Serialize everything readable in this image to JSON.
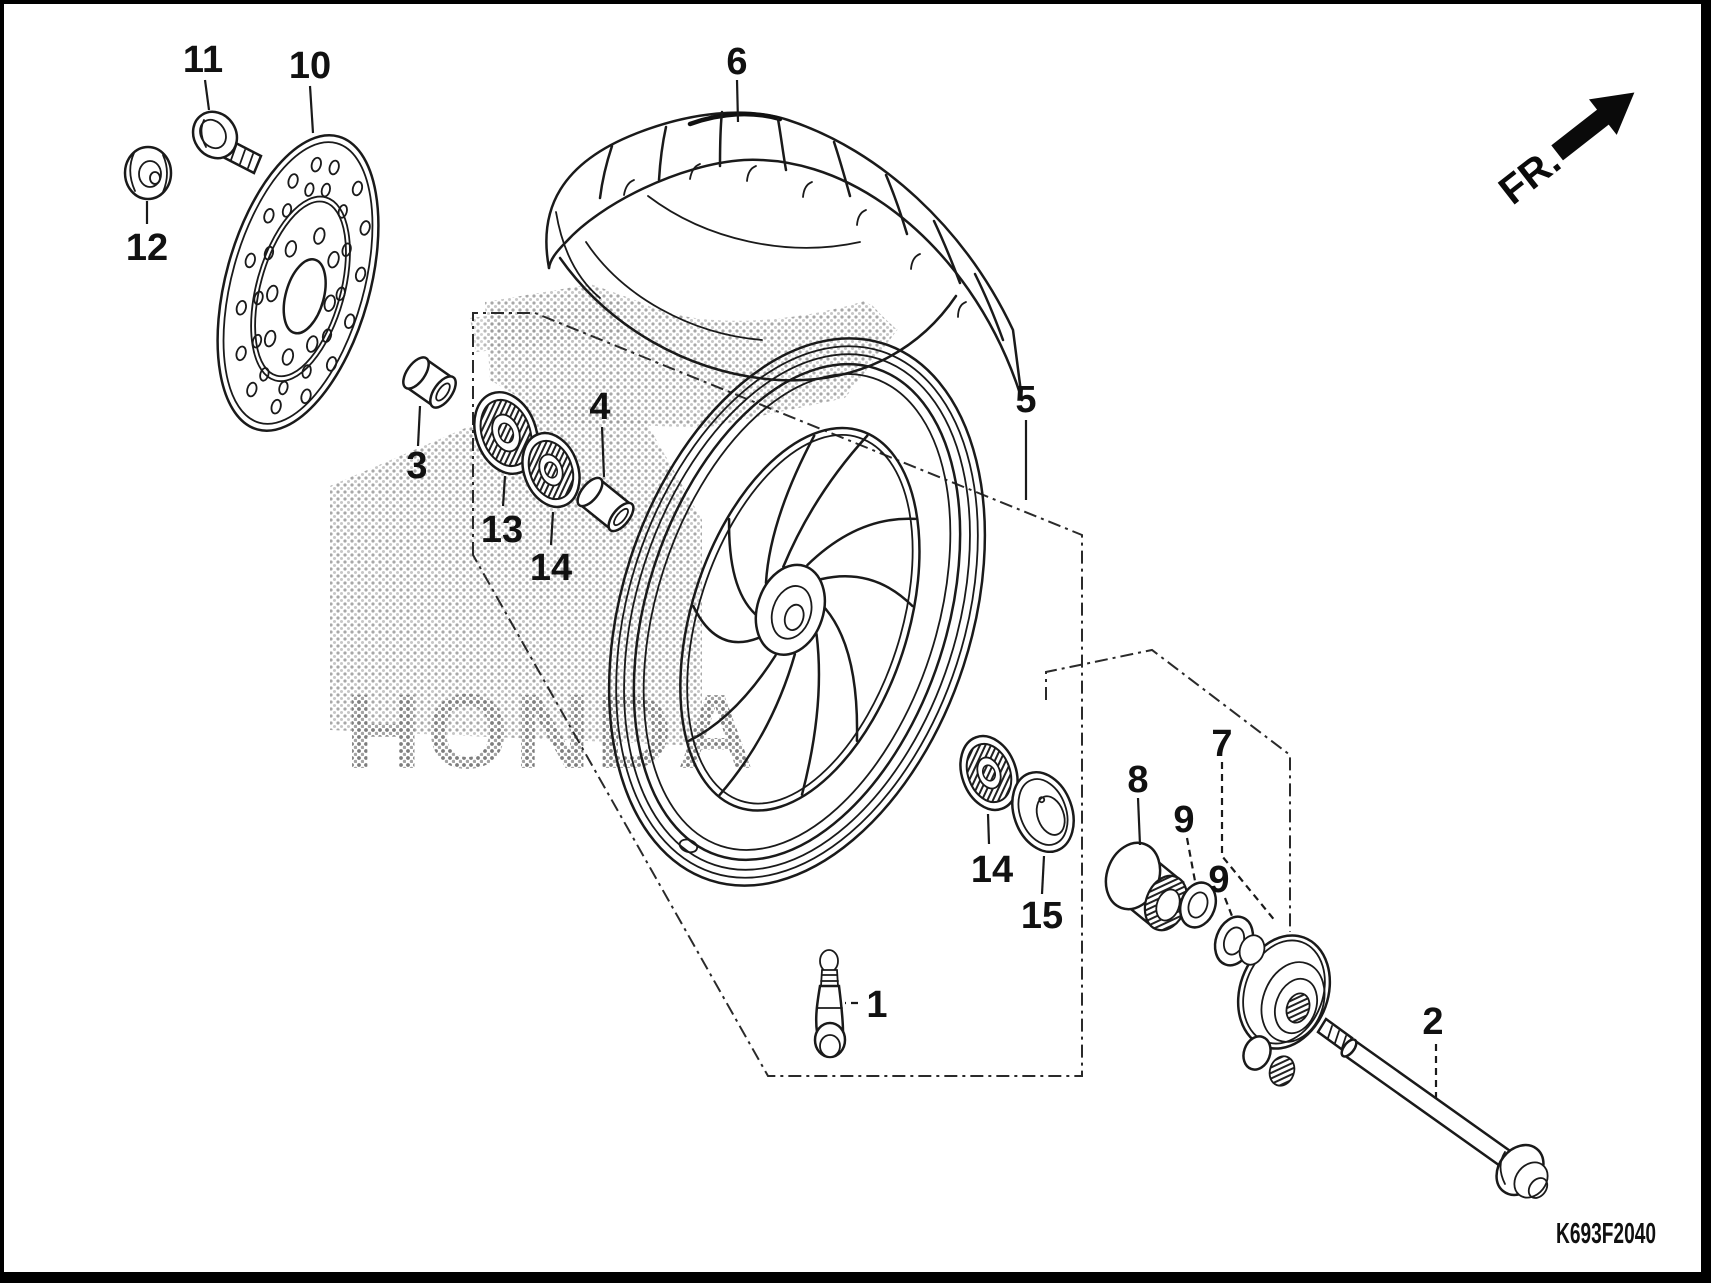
{
  "page": {
    "background": "#ffffff",
    "line_color": "#1a1a1a",
    "halftone_color": "#9a9a9a"
  },
  "diagram": {
    "code": "K693F2040",
    "direction_label": "FR.",
    "watermark": "HONDA",
    "subject": "front-wheel-exploded-view"
  },
  "callouts": [
    {
      "part": "1"
    },
    {
      "part": "2"
    },
    {
      "part": "3"
    },
    {
      "part": "4"
    },
    {
      "part": "5"
    },
    {
      "part": "6"
    },
    {
      "part": "7"
    },
    {
      "part": "8"
    },
    {
      "part": "9"
    },
    {
      "part": "9"
    },
    {
      "part": "10"
    },
    {
      "part": "11"
    },
    {
      "part": "12"
    },
    {
      "part": "13"
    },
    {
      "part": "14"
    },
    {
      "part": "14"
    },
    {
      "part": "15"
    }
  ]
}
